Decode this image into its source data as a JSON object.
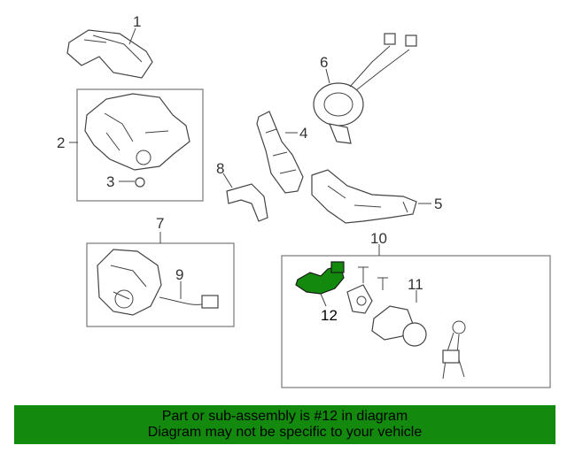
{
  "labels": {
    "p1": "1",
    "p2": "2",
    "p3": "3",
    "p4": "4",
    "p5": "5",
    "p6": "6",
    "p7": "7",
    "p8": "8",
    "p9": "9",
    "p10": "10",
    "p11": "11",
    "p12": "12"
  },
  "highlight_color": "#138a0e",
  "footer": {
    "line1": "Part or sub-assembly is #12 in diagram",
    "line2": "Diagram may not be specific to your vehicle"
  }
}
